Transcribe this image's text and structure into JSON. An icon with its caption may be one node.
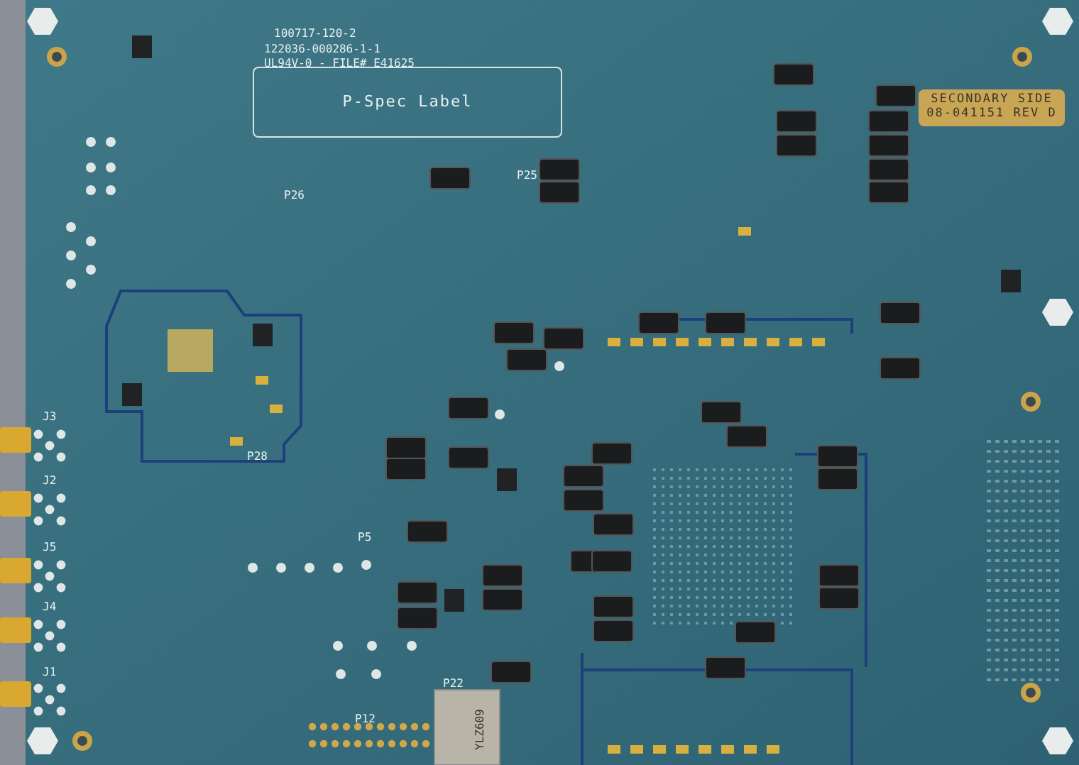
{
  "diagram": {
    "nodes": [
      {
        "text": [
          "P-Spec Label"
        ]
      },
      {
        "text": [
          "SECONDARY SIDE 08-041151 REV D"
        ]
      }
    ],
    "labels": [
      "100717-120-2",
      "122036-000286-1-1",
      "UL94V-0 - FILE# E41625",
      "P26",
      "P25",
      "P28",
      "J3",
      "J2",
      "P5",
      "J5",
      "J4",
      "J1",
      "P22",
      "YLZ609",
      "P12"
    ]
  }
}
